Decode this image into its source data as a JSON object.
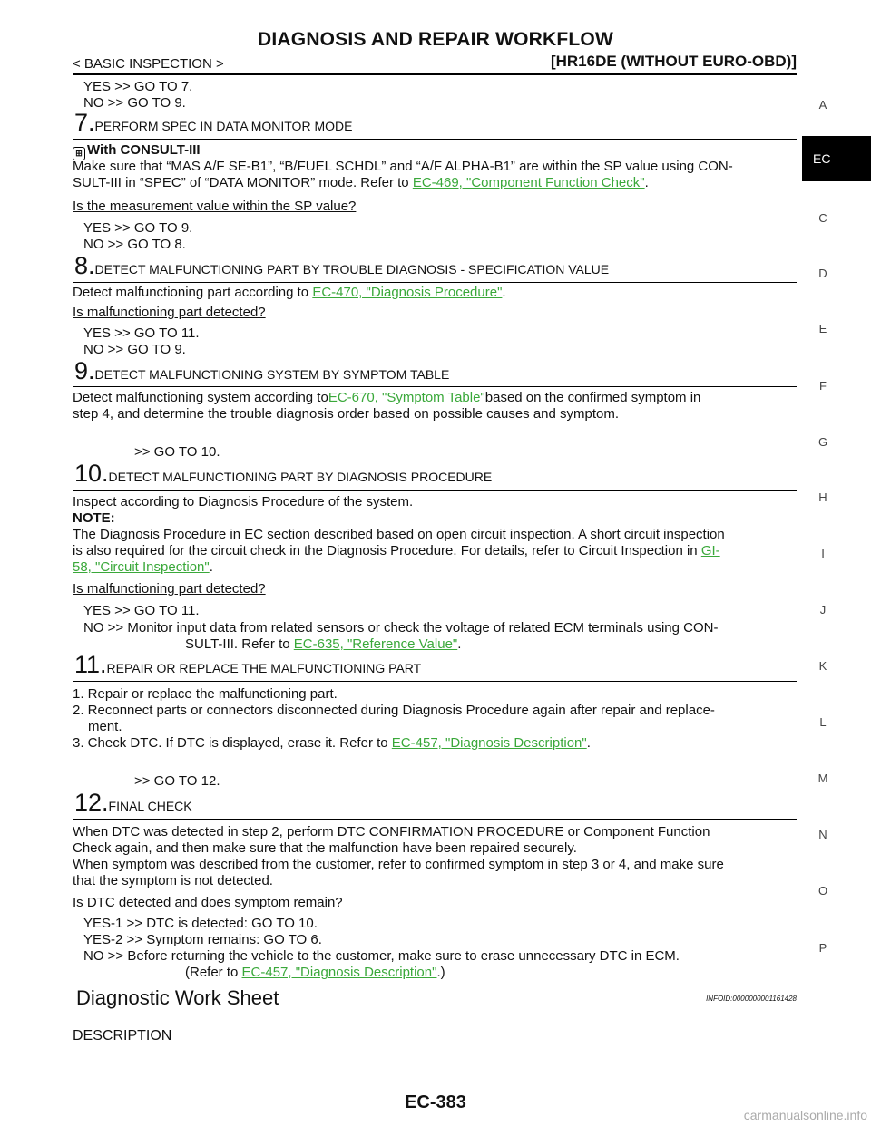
{
  "header": {
    "title": "DIAGNOSIS AND REPAIR WORKFLOW",
    "section": "< BASIC INSPECTION >",
    "model": "[HR16DE (WITHOUT EURO-OBD)]"
  },
  "top": {
    "yes": "YES    >> GO TO 7.",
    "no": "NO     >> GO TO 9."
  },
  "s7": {
    "num": "7.",
    "title": "PERFORM SPEC IN DATA MONITOR MODE",
    "with": "With CONSULT-III",
    "line1": "Make sure that “MAS A/F SE-B1”, “B/FUEL SCHDL” and “A/F ALPHA-B1” are within the SP value using CON-",
    "line2a": "SULT-III in “SPEC” of “DATA MONITOR” mode. Refer to ",
    "link": "EC-469, \"Component Function Check\"",
    "line2b": ".",
    "question": "Is the measurement value within the SP value?",
    "yes": "YES    >> GO TO 9.",
    "no": "NO     >> GO TO 8."
  },
  "s8": {
    "num": "8.",
    "title": "DETECT MALFUNCTIONING PART BY TROUBLE DIAGNOSIS - SPECIFICATION VALUE",
    "line1a": "Detect malfunctioning part according to ",
    "link": "EC-470, \"Diagnosis Procedure\"",
    "line1b": ".",
    "question": "Is malfunctioning part detected?",
    "yes": "YES    >> GO TO 11.",
    "no": "NO     >> GO TO 9."
  },
  "s9": {
    "num": "9.",
    "title": "DETECT MALFUNCTIONING SYSTEM BY SYMPTOM TABLE",
    "line1a": "Detect malfunctioning system according to ",
    "link": "EC-670, \"Symptom Table\"",
    "line1b": " based on the confirmed symptom in",
    "line2": "step 4, and determine the trouble diagnosis order based on possible causes and symptom.",
    "goto": ">> GO TO 10."
  },
  "s10": {
    "num": "10.",
    "title": "DETECT MALFUNCTIONING PART BY DIAGNOSIS PROCEDURE",
    "line1": "Inspect according to Diagnosis Procedure of the system.",
    "note": "NOTE:",
    "note1": "The Diagnosis Procedure in EC section described based on open circuit inspection. A short circuit inspection",
    "note2a": "is also required for the circuit check in the Diagnosis Procedure. For details, refer to Circuit Inspection in ",
    "link1": "GI-",
    "link2": "58, \"Circuit Inspection\"",
    "note3b": ".",
    "question": "Is malfunctioning part detected?",
    "yes": "YES    >> GO TO 11.",
    "no1": "NO     >> Monitor input data from related sensors or check the voltage of related ECM terminals using CON-",
    "no2a": "SULT-III. Refer to ",
    "nolink": "EC-635, \"Reference Value\"",
    "no2b": "."
  },
  "s11": {
    "num": "11.",
    "title": "REPAIR OR REPLACE THE MALFUNCTIONING PART",
    "i1": "1.  Repair or replace the malfunctioning part.",
    "i2a": "2.  Reconnect parts or connectors disconnected during Diagnosis Procedure again after repair and replace-",
    "i2b": "ment.",
    "i3a": "3.  Check DTC. If DTC is displayed, erase it. Refer to ",
    "link": "EC-457, \"Diagnosis Description\"",
    "i3b": ".",
    "goto": ">> GO TO 12."
  },
  "s12": {
    "num": "12.",
    "title": "FINAL CHECK",
    "l1": "When DTC was detected in step 2, perform DTC CONFIRMATION PROCEDURE or Component Function",
    "l2": "Check again, and then make sure that the malfunction have been repaired securely.",
    "l3": "When symptom was described from the customer, refer to confirmed symptom in step 3 or 4, and make sure",
    "l4": "that the symptom is not detected.",
    "question": "Is DTC detected and does symptom remain?",
    "yes1": "YES-1   >> DTC is detected: GO TO 10.",
    "yes2": "YES-2   >> Symptom remains: GO TO 6.",
    "no1": "NO      >> Before returning the vehicle to the customer, make sure to erase unnecessary DTC in ECM.",
    "no2a": "(Refer to ",
    "nolink": "EC-457, \"Diagnosis Description\"",
    "no2b": ".)"
  },
  "worksheet": {
    "title": "Diagnostic Work Sheet",
    "infoid": "INFOID:0000000001161428",
    "description": "DESCRIPTION"
  },
  "side_tabs": [
    "A",
    "EC",
    "C",
    "D",
    "E",
    "F",
    "G",
    "H",
    "I",
    "J",
    "K",
    "L",
    "M",
    "N",
    "O",
    "P"
  ],
  "footer": {
    "page": "EC-383",
    "watermark": "carmanualsonline.info"
  }
}
